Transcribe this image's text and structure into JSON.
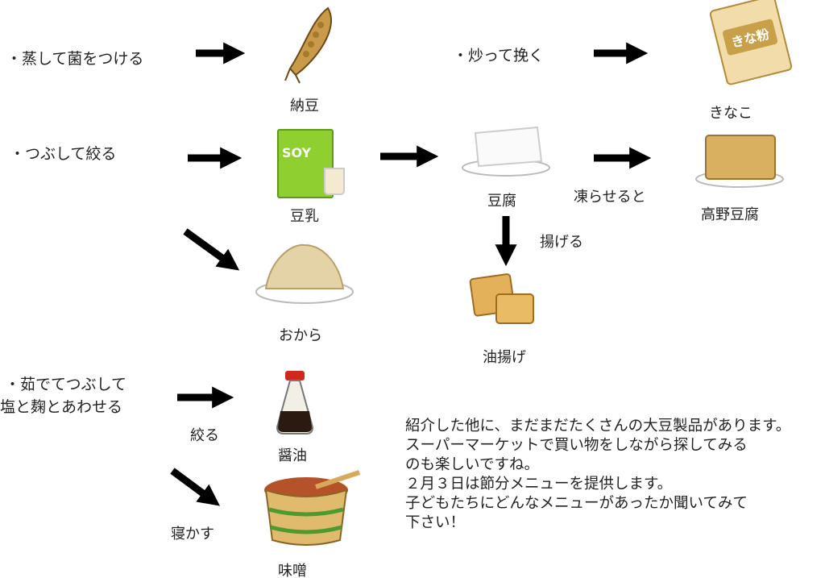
{
  "processes": {
    "steam": "・蒸して菌をつける",
    "roast": "・炒って挽く",
    "crush": "・つぶして絞る",
    "boil_line1": "・茹でてつぶして",
    "boil_line2": "塩と麹とあわせる"
  },
  "steps": {
    "freeze": "凍らせると",
    "fry": "揚げる",
    "squeeze": "絞る",
    "ferment": "寝かす"
  },
  "products": {
    "natto": "納豆",
    "kinako": "きなこ",
    "soymilk": "豆乳",
    "tofu": "豆腐",
    "koya_tofu": "高野豆腐",
    "okara": "おから",
    "aburaage": "油揚げ",
    "shoyu": "醤油",
    "miso": "味噌"
  },
  "logo_text": {
    "kinako_bag": "きな粉",
    "soy_pack": "SOY"
  },
  "message": [
    "紹介した他に、まだまだたくさんの大豆製品があります。",
    "スーパーマーケットで買い物をしながら探してみる",
    "のも楽しいですね。",
    "２月３日は節分メニューを提供します。",
    "子どもたちにどんなメニューがあったか聞いてみて",
    "下さい！"
  ]
}
